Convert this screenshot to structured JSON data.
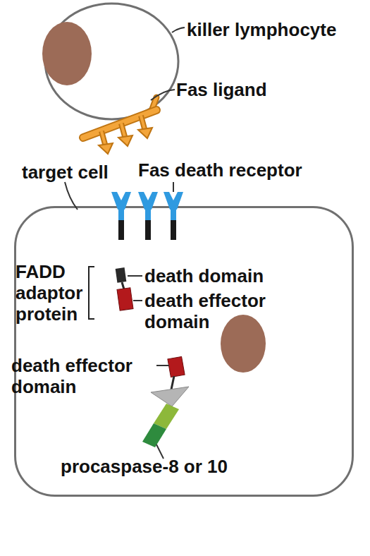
{
  "diagram": {
    "nodes": [
      {
        "text": [
          "killer lymphocyte"
        ]
      },
      {
        "text": [
          "target cell"
        ]
      }
    ],
    "labels": [
      "Fas ligand",
      "Fas death receptor",
      "FADD adaptor protein",
      "death domain",
      "death effector domain",
      "death effector domain",
      "procaspase-8 or 10"
    ]
  }
}
